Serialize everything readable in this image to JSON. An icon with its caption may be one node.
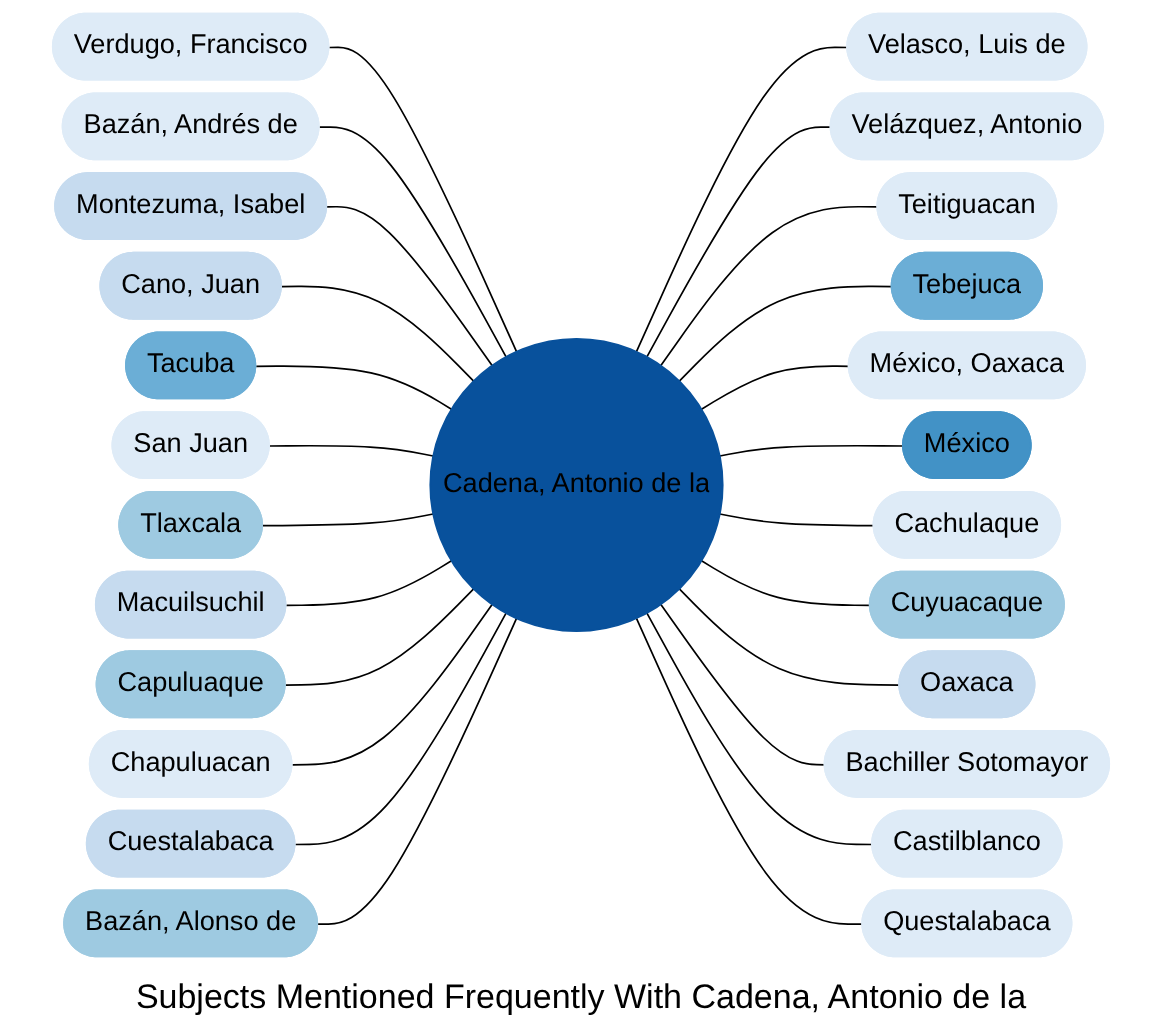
{
  "diagram": {
    "title": "Subjects Mentioned Frequently With Cadena, Antonio de la",
    "nodes": [
      {
        "text": [
          "Cadena, Antonio de la"
        ]
      },
      {
        "text": [
          "Verdugo, Francisco"
        ]
      },
      {
        "text": [
          "Velasco, Luis de"
        ]
      },
      {
        "text": [
          "Bazán, Andrés de"
        ]
      },
      {
        "text": [
          "Montezuma, Isabel"
        ]
      },
      {
        "text": [
          "Velázquez, Antonio"
        ]
      },
      {
        "text": [
          "Teitiguacan"
        ]
      },
      {
        "text": [
          "Cano, Juan"
        ]
      },
      {
        "text": [
          "Tacuba"
        ]
      },
      {
        "text": [
          "Tebejuca"
        ]
      },
      {
        "text": [
          "México, Oaxaca"
        ]
      },
      {
        "text": [
          "San Juan"
        ]
      },
      {
        "text": [
          "Tlaxcala"
        ]
      },
      {
        "text": [
          "México"
        ]
      },
      {
        "text": [
          "Cachulaque"
        ]
      },
      {
        "text": [
          "Macuilsuchil"
        ]
      },
      {
        "text": [
          "Capuluaque"
        ]
      },
      {
        "text": [
          "Bazán, Alonso de"
        ]
      },
      {
        "text": [
          "Cuyuacaque"
        ]
      },
      {
        "text": [
          "Oaxaca"
        ]
      },
      {
        "text": [
          "Bachiller Sotomayor"
        ]
      },
      {
        "text": [
          "Chapuluacan"
        ]
      },
      {
        "text": [
          "Cuestalabaca"
        ]
      },
      {
        "text": [
          "Castilblanco"
        ]
      },
      {
        "text": [
          "Questalabaca"
        ]
      }
    ],
    "edges": [
      {
        "from": 1,
        "to": 0,
        "arrow": "none"
      },
      {
        "from": 3,
        "to": 0,
        "arrow": "none"
      },
      {
        "from": 4,
        "to": 0,
        "arrow": "none"
      },
      {
        "from": 7,
        "to": 0,
        "arrow": "none"
      },
      {
        "from": 8,
        "to": 0,
        "arrow": "none"
      },
      {
        "from": 11,
        "to": 0,
        "arrow": "none"
      },
      {
        "from": 12,
        "to": 0,
        "arrow": "none"
      },
      {
        "from": 15,
        "to": 0,
        "arrow": "none"
      },
      {
        "from": 16,
        "to": 0,
        "arrow": "none"
      },
      {
        "from": 21,
        "to": 0,
        "arrow": "none"
      },
      {
        "from": 22,
        "to": 0,
        "arrow": "none"
      },
      {
        "from": 17,
        "to": 0,
        "arrow": "none"
      },
      {
        "from": 0,
        "to": 2,
        "arrow": "none"
      },
      {
        "from": 0,
        "to": 5,
        "arrow": "none"
      },
      {
        "from": 0,
        "to": 6,
        "arrow": "none"
      },
      {
        "from": 0,
        "to": 9,
        "arrow": "none"
      },
      {
        "from": 0,
        "to": 10,
        "arrow": "none"
      },
      {
        "from": 0,
        "to": 13,
        "arrow": "none"
      },
      {
        "from": 0,
        "to": 14,
        "arrow": "none"
      },
      {
        "from": 0,
        "to": 18,
        "arrow": "none"
      },
      {
        "from": 0,
        "to": 19,
        "arrow": "none"
      },
      {
        "from": 0,
        "to": 20,
        "arrow": "none"
      },
      {
        "from": 0,
        "to": 23,
        "arrow": "none"
      },
      {
        "from": 0,
        "to": 24,
        "arrow": "none"
      }
    ]
  }
}
